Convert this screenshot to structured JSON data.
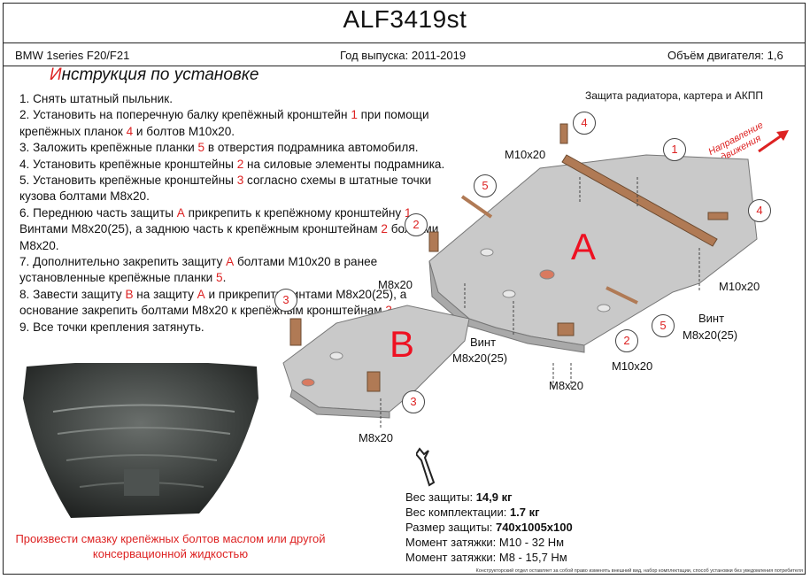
{
  "header": {
    "code": "ALF3419st",
    "model": "BMW 1series F20/F21",
    "years": "Год выпуска: 2011-2019",
    "engine": "Объём двигателя: 1,6"
  },
  "instructions": {
    "title_cap": "И",
    "title_rest": "нструкция по установке",
    "steps": [
      [
        "1. Снять штатный пыльник."
      ],
      [
        "2.  Установить на поперечную балку крепёжный кронштейн ",
        "1",
        " при помощи крепёжных планок ",
        "4",
        " и болтов М10х20."
      ],
      [
        "3.  Заложить крепёжные планки ",
        "5",
        " в отверстия подрамника автомобиля."
      ],
      [
        "4.  Установить крепёжные кронштейны ",
        "2",
        " на силовые элементы подрамника."
      ],
      [
        "5.  Установить крепёжные кронштейны ",
        "3",
        " согласно схемы в штатные точки кузова болтами М8х20."
      ],
      [
        "6.  Переднюю часть защиты ",
        "А",
        " прикрепить к крепёжному кронштейну ",
        "1",
        " Винтами М8х20(25), а заднюю часть к крепёжным кронштейнам ",
        "2",
        " болтами М8х20."
      ],
      [
        "7.   Дополнительно закрепить защиту ",
        "А",
        " болтами М10х20 в ранее установленные крепёжные планки ",
        "5",
        "."
      ],
      [
        "8.  Завести защиту ",
        "В",
        " на защиту ",
        "А",
        " и прикрепить винтами М8х20(25), а основание закрепить болтами М8х20 к крепёжным кронштейнам ",
        "3",
        "."
      ],
      [
        "9. Все точки крепления затянуть."
      ]
    ]
  },
  "warning": {
    "line1": "Произвести смазку крепёжных болтов маслом или другой",
    "line2": "консервационной жидкостью"
  },
  "diagram": {
    "caption": "Защита радиатора, картера и АКПП",
    "direction_line1": "Направление",
    "direction_line2": "движения",
    "part_a": "A",
    "part_b": "B",
    "callouts": [
      "1",
      "2",
      "3",
      "4",
      "5",
      "2",
      "3",
      "4",
      "5"
    ],
    "labels": {
      "m10_top": "M10x20",
      "m10_right": "M10x20",
      "m8_left": "M8x20",
      "vint_right": "Винт",
      "vint_right_size": "M8x20(25)",
      "vint_mid": "Винт",
      "vint_mid_size": "M8x20(25)",
      "m10_bottom": "M10x20",
      "m8_bottom_mid": "M8x20",
      "m8_bottom_left": "M8x20"
    }
  },
  "specs": {
    "weight_label": "Вес защиты: ",
    "weight_value": "14,9 кг",
    "kit_label": "Вес комплектации: ",
    "kit_value": "1.7 кг",
    "size_label": "Размер защиты: ",
    "size_value": "740x1005x100",
    "torque1": "Момент затяжки:  М10 - 32 Нм",
    "torque2": "Момент затяжки:   М8 - 15,7 Нм"
  },
  "fine_print": "Конструкторский отдел оставляет за собой право изменять внешний вид, набор комплектации, способ установки без уведомления потребителя",
  "colors": {
    "accent": "#d22222",
    "plate": "#c9c9c9",
    "bracket": "#b07a55"
  }
}
